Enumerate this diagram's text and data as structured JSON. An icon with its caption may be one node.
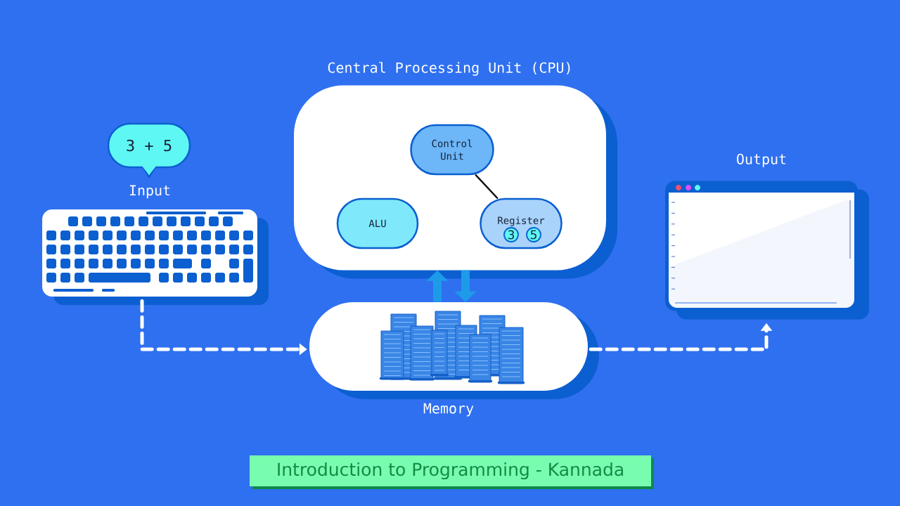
{
  "diagram": {
    "title": "Introduction to Programming - Kannada",
    "nodes": [
      {
        "text": [
          "Central Processing Unit (CPU)"
        ]
      },
      {
        "text": [
          "Control Unit"
        ],
        "in": 0
      },
      {
        "text": [
          "ALU"
        ],
        "in": 0
      },
      {
        "text": [
          "Register"
        ],
        "in": 0
      },
      {
        "text": [
          "3"
        ],
        "in": 3
      },
      {
        "text": [
          "5"
        ],
        "in": 3
      },
      {
        "text": [
          "3 + 5"
        ]
      },
      {
        "text": [
          "Input"
        ]
      },
      {
        "text": [
          "Memory"
        ]
      },
      {
        "text": [
          "Output"
        ]
      }
    ],
    "edges": [
      {
        "from": 1,
        "to": 3,
        "arrow": "none",
        "color": "#111111"
      },
      {
        "from": 8,
        "to": 0,
        "arrow": "to",
        "style": "thick",
        "color": "#1e9be8"
      },
      {
        "from": 0,
        "to": 8,
        "arrow": "to",
        "style": "thick",
        "color": "#1e9be8"
      },
      {
        "from": 7,
        "to": 8,
        "arrow": "to",
        "style": "dashed",
        "color": "#ffffff"
      },
      {
        "from": 8,
        "to": 9,
        "arrow": "to",
        "style": "dashed",
        "color": "#ffffff"
      }
    ]
  }
}
